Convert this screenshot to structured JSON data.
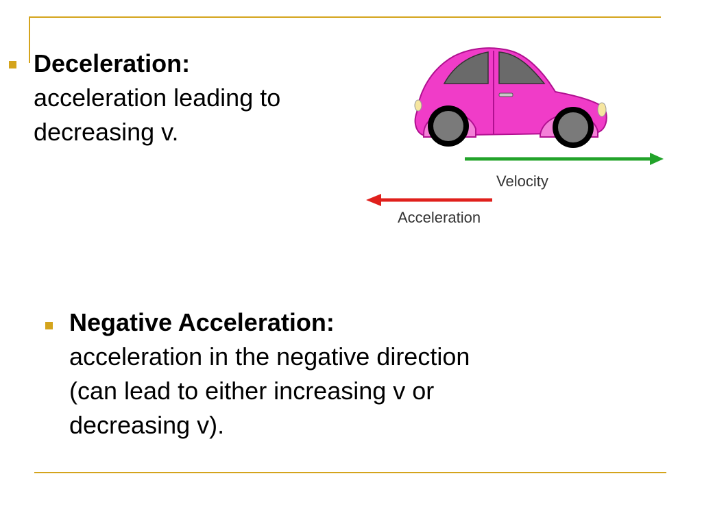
{
  "slide": {
    "bullet1": {
      "term": "Deceleration:",
      "definition": "acceleration leading to decreasing v."
    },
    "bullet2": {
      "term": "Negative Acceleration:",
      "definition": "acceleration in the negative direction (can lead to either increasing v or decreasing v)."
    }
  },
  "diagram": {
    "velocity_label": "Velocity",
    "acceleration_label": "Acceleration",
    "colors": {
      "car_body": "#f03cc8",
      "velocity_arrow": "#22a32a",
      "acceleration_arrow": "#e0201c",
      "accent": "#d4a41c"
    }
  }
}
